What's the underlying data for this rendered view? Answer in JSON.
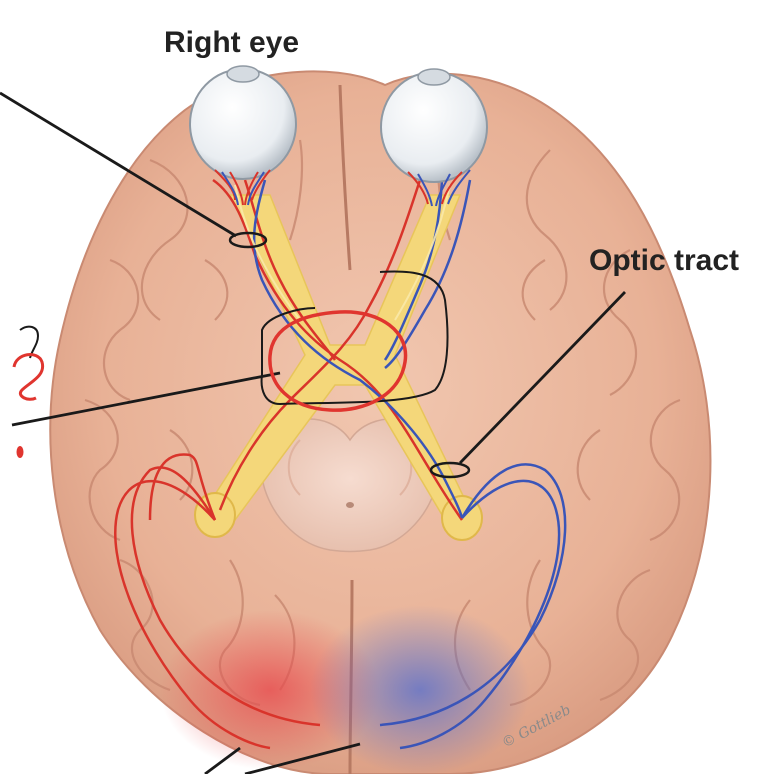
{
  "labels": {
    "right_eye": "Right eye",
    "optic_tract": "Optic tract",
    "signature": "© Gottlieb"
  },
  "colors": {
    "brain": "#e9b49a",
    "brain_shadow": "#d99b82",
    "gyri_line": "#c98a72",
    "eyeball": "#f2f4f6",
    "optic_yellow": "#f4d77a",
    "left_path_red": "#d9342b",
    "right_path_blue": "#3a55b8",
    "annotation_red": "#e0352f",
    "annotation_black": "#1a1a1a",
    "label_text": "#222222"
  }
}
